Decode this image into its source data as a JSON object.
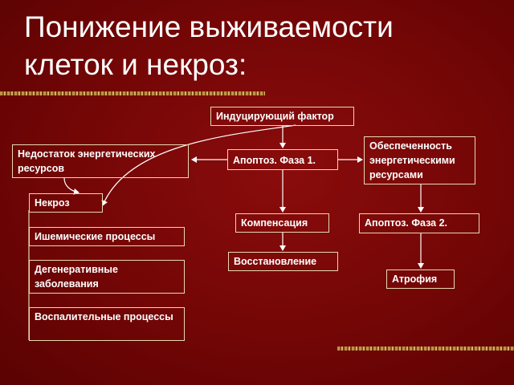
{
  "slide": {
    "title_line1": "Понижение выживаемости",
    "title_line2": "клеток и некроз:"
  },
  "diagram": {
    "inducing_factor": "Индуцирующий фактор",
    "energy_deficit": "Недостаток энергетических ресурсов",
    "apoptosis_phase1": "Апоптоз. Фаза 1.",
    "energy_provided": "Обеспеченность энергетическими ресурсами",
    "necrosis": "Некроз",
    "compensation": "Компенсация",
    "apoptosis_phase2": "Апоптоз. Фаза 2.",
    "ischemic": "Ишемические процессы",
    "recovery": "Восстановление",
    "degenerative": "Дегенеративные заболевания",
    "atrophy": "Атрофия",
    "inflammatory": "Воспалительные процессы"
  }
}
